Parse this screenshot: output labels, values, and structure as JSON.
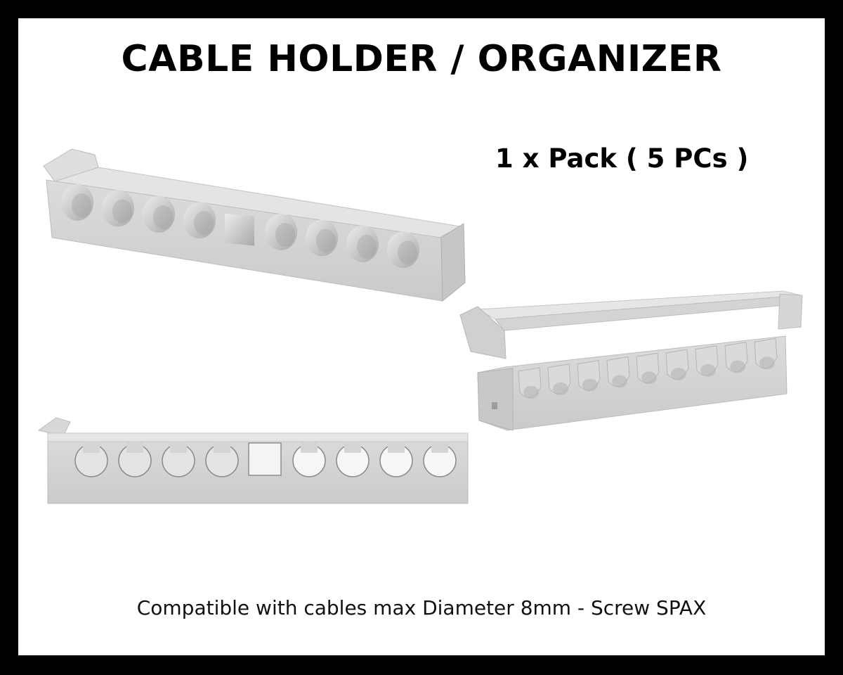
{
  "title": "CABLE HOLDER / ORGANIZER",
  "pack_label": "1 x Pack ( 5 PCs )",
  "caption": "Compatible with cables max Diameter 8mm - Screw SPAX",
  "colors": {
    "border": "#000000",
    "background": "#ffffff",
    "part_face": "#d2d2d2",
    "part_top": "#e6e6e6",
    "part_shadow": "#a9a9a9",
    "hole_inner": "#b9b9b9"
  }
}
